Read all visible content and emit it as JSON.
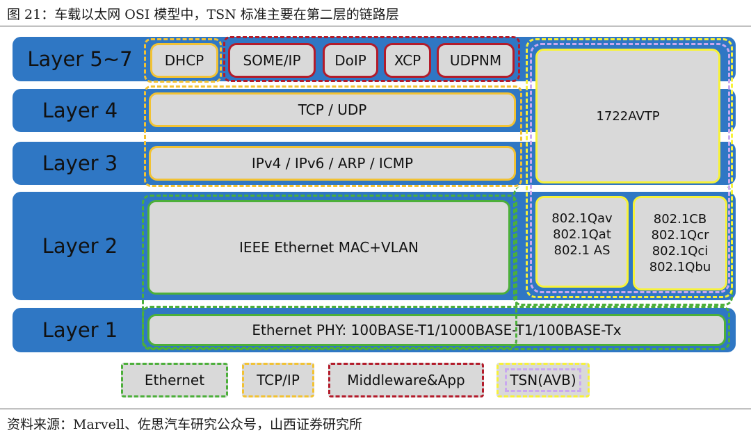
{
  "caption": "图 21：车载以太网 OSI 模型中，TSN 标准主要在第二层的链路层",
  "source": "资料来源：Marvell、佐思汽车研究公众号，山西证券研究所",
  "layers": {
    "l57": "Layer 5~7",
    "l4": "Layer 4",
    "l3": "Layer 3",
    "l2": "Layer 2",
    "l1": "Layer 1"
  },
  "boxes": {
    "dhcp": "DHCP",
    "someip": "SOME/IP",
    "doip": "DoIP",
    "xcp": "XCP",
    "udpnm": "UDPNM",
    "tcp_udp": "TCP / UDP",
    "ip": "IPv4 / IPv6 / ARP / ICMP",
    "mac": "IEEE Ethernet MAC+VLAN",
    "phy": "Ethernet PHY: 100BASE-T1/1000BASE-T1/100BASE-Tx",
    "avtp": "1722AVTP",
    "qav": [
      "802.1Qav",
      "802.1Qat",
      "802.1 AS"
    ],
    "qcb": [
      "802.1CB",
      "802.1Qcr",
      "802.1Qci",
      "802.1Qbu"
    ]
  },
  "legend": {
    "ethernet": "Ethernet",
    "tcpip": "TCP/IP",
    "middleware": "Middleware&App",
    "tsn": "TSN(AVB)"
  },
  "colors": {
    "band": "#2f77c4",
    "box": "#d9d9d9",
    "ethernet": "#4caf3a",
    "tcpip": "#f2c233",
    "middleware": "#b31b2a",
    "tsn": "#f7f23a",
    "avb": "#c9a8f0"
  }
}
